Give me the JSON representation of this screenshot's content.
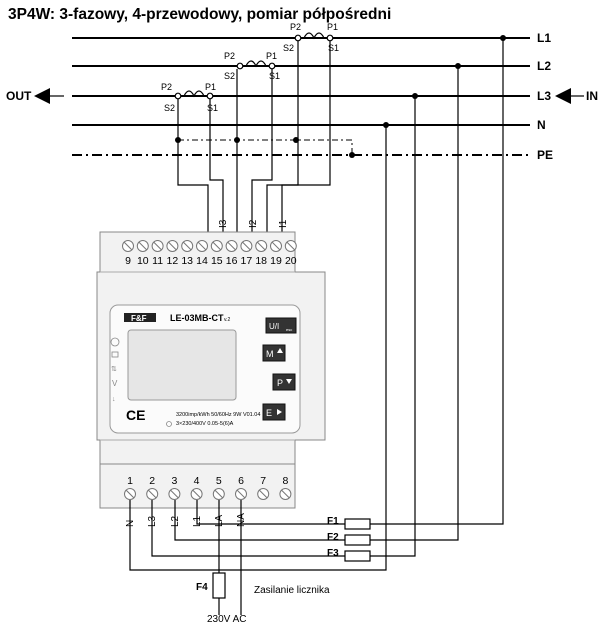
{
  "title": "3P4W: 3-fazowy, 4-przewodowy, pomiar półpośredni",
  "buses": {
    "l1": "L1",
    "l2": "L2",
    "l3": "L3",
    "n": "N",
    "pe": "PE"
  },
  "arrows": {
    "out": "OUT",
    "in": "IN"
  },
  "ct_labels": {
    "p1": "P1",
    "p2": "P2",
    "s1": "S1",
    "s2": "S2"
  },
  "current_inputs": [
    "I3",
    "I2",
    "I1"
  ],
  "top_terminals": [
    "9",
    "10",
    "11",
    "12",
    "13",
    "14",
    "15",
    "16",
    "17",
    "18",
    "19",
    "20"
  ],
  "meter": {
    "brand": "F&F",
    "model": "LE-03MB-CT",
    "version": "v.2",
    "spec_line1": "3200imp/kWh 50/60Hz 9W  V01.04",
    "spec_line2": "3×230/400V  0.05-5(6)A",
    "ce": "CE",
    "buttons": {
      "ul": "U/I",
      "ul_sub": "esc",
      "m": "M",
      "p": "P",
      "e": "E"
    }
  },
  "bottom_terminals": [
    "1",
    "2",
    "3",
    "4",
    "5",
    "6",
    "7",
    "8"
  ],
  "bottom_labels": [
    "N",
    "L3",
    "L2",
    "L1",
    "LA",
    "NA"
  ],
  "fuses": [
    "F1",
    "F2",
    "F3",
    "F4"
  ],
  "supply_label": "Zasilanie licznika",
  "voltage_label": "230V AC"
}
